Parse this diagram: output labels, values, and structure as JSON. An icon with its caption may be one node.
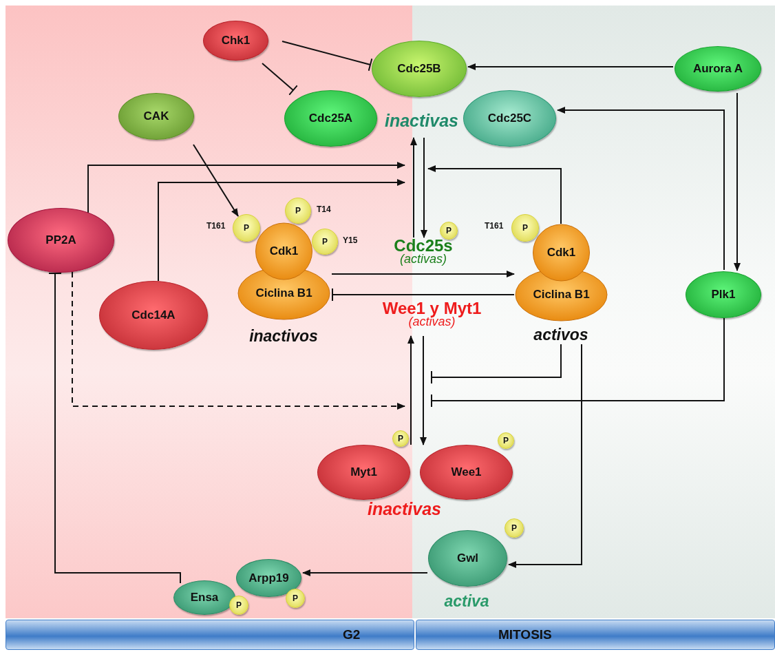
{
  "diagram": {
    "nodes": [
      {
        "text": [
          "Chk1"
        ]
      },
      {
        "text": [
          "Cdc25B"
        ]
      },
      {
        "text": [
          "Aurora A"
        ]
      },
      {
        "text": [
          "CAK"
        ]
      },
      {
        "text": [
          "Cdc25A"
        ]
      },
      {
        "text": [
          "inactivas"
        ]
      },
      {
        "text": [
          "Cdc25C"
        ]
      },
      {
        "text": [
          "PP2A"
        ]
      },
      {
        "text": [
          "P"
        ],
        "beside": [
          "T161"
        ]
      },
      {
        "text": [
          "P"
        ],
        "beside": [
          "T14"
        ]
      },
      {
        "text": [
          "P"
        ],
        "beside": [
          "Y15"
        ]
      },
      {
        "text": [
          "Cdk1",
          "Ciclina B1"
        ],
        "beside": [
          "inactivos"
        ]
      },
      {
        "text": [
          "P"
        ]
      },
      {
        "text": [
          "Cdc25s",
          "(activas)"
        ]
      },
      {
        "text": [
          "P"
        ],
        "beside": [
          "T161"
        ]
      },
      {
        "text": [
          "Cdk1",
          "Ciclina B1"
        ],
        "beside": [
          "activos"
        ]
      },
      {
        "text": [
          "Plk1"
        ]
      },
      {
        "text": [
          "Cdc14A"
        ]
      },
      {
        "text": [
          "Wee1 y Myt1",
          "(activas)"
        ]
      },
      {
        "text": [
          "P"
        ]
      },
      {
        "text": [
          "P"
        ]
      },
      {
        "text": [
          "Myt1"
        ]
      },
      {
        "text": [
          "Wee1"
        ]
      },
      {
        "text": [
          "inactivas"
        ]
      },
      {
        "text": [
          "P"
        ]
      },
      {
        "text": [
          "Gwl"
        ],
        "beside": [
          "activa"
        ]
      },
      {
        "text": [
          "Arpp19"
        ]
      },
      {
        "text": [
          "Ensa"
        ]
      },
      {
        "text": [
          "P"
        ]
      },
      {
        "text": [
          "P"
        ]
      },
      {
        "text": [
          "G2"
        ]
      },
      {
        "text": [
          "MITOSIS"
        ]
      }
    ],
    "edges": [
      {
        "from": 0,
        "to": 1,
        "arrow": "other"
      },
      {
        "from": 0,
        "to": 4,
        "arrow": "other"
      },
      {
        "from": 2,
        "to": 1,
        "arrow": "to"
      },
      {
        "from": 16,
        "to": 6,
        "arrow": "to"
      },
      {
        "from": 2,
        "to": 16,
        "arrow": "to"
      },
      {
        "from": 3,
        "to": 8,
        "arrow": "to"
      },
      {
        "from": 7,
        "to": null,
        "arrow": "to"
      },
      {
        "from": 17,
        "to": null,
        "arrow": "to"
      },
      {
        "from": 13,
        "to": 5,
        "arrow": "to"
      },
      {
        "from": 5,
        "to": 13,
        "arrow": "to"
      },
      {
        "from": 15,
        "to": null,
        "arrow": "to"
      },
      {
        "from": 11,
        "to": 15,
        "arrow": "to"
      },
      {
        "from": 15,
        "to": 11,
        "arrow": "other"
      },
      {
        "from": 21,
        "to": 18,
        "arrow": "to"
      },
      {
        "from": 18,
        "to": 22,
        "arrow": "to"
      },
      {
        "from": 15,
        "to": null,
        "arrow": "other"
      },
      {
        "from": 16,
        "to": null,
        "arrow": "other"
      },
      {
        "from": 7,
        "to": null,
        "arrow": "to",
        "style": "dashed"
      },
      {
        "from": 15,
        "to": 25,
        "arrow": "to"
      },
      {
        "from": 25,
        "to": 26,
        "arrow": "to"
      },
      {
        "from": 27,
        "to": 7,
        "arrow": "other"
      }
    ]
  }
}
